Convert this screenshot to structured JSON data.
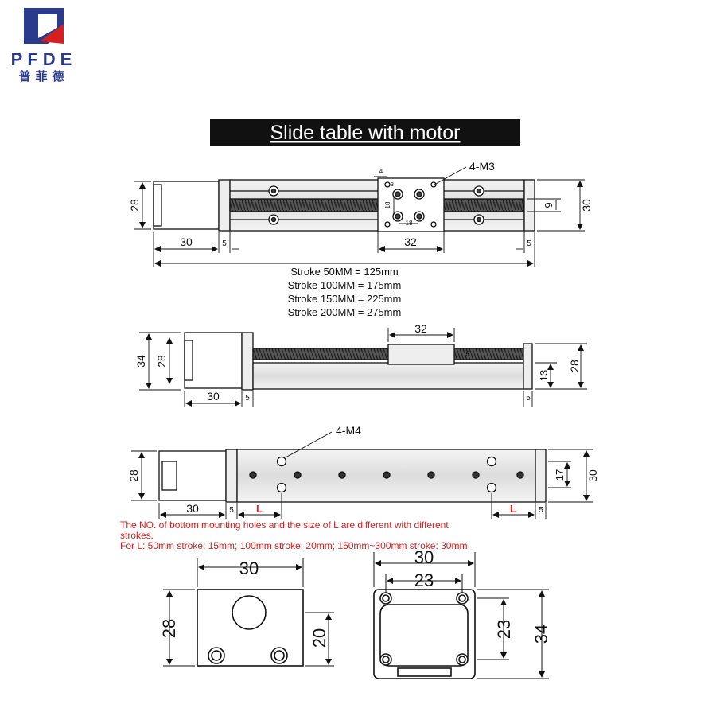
{
  "logo": {
    "letters": "PFDE",
    "chinese": "普菲德",
    "color_primary": "#2a3a8c",
    "color_accent": "#d42020"
  },
  "title": "Slide table with motor",
  "view1": {
    "dims": {
      "motor_length": "30",
      "gap": "5",
      "height": "28",
      "carriage_width": "32",
      "rail_height": "30",
      "screw_offset": "9",
      "hole_spacing_x": "4",
      "hole_spacing_y": "18",
      "hole_spacing_x2": "18",
      "hole_small": "3",
      "end_gap": "5"
    },
    "callout": "4-M3"
  },
  "strokes": [
    "Stroke 50MM = 125mm",
    "Stroke 100MM = 175mm",
    "Stroke 150MM = 225mm",
    "Stroke 200MM = 275mm"
  ],
  "view2": {
    "dims": {
      "outer_height": "34",
      "motor_height": "28",
      "carriage_width": "32",
      "carriage_height": "5",
      "right_height": "28",
      "base_height": "13",
      "motor_length": "30",
      "gap": "5",
      "end_gap": "5"
    }
  },
  "view3": {
    "dims": {
      "height": "28",
      "base_width": "30",
      "hole_offset": "17",
      "motor_length": "30",
      "gap": "5",
      "L_left": "L",
      "L_right": "L",
      "end_gap": "5"
    },
    "callout": "4-M4"
  },
  "notes": {
    "line1": "The NO. of bottom mounting holes and the size of L are different with different",
    "line2": "strokes.",
    "line3": "For L: 50mm stroke: 15mm; 100mm stroke: 20mm; 150mm~300mm stroke: 30mm"
  },
  "end_view_left": {
    "width": "30",
    "height": "28",
    "hole_height": "20"
  },
  "end_view_right": {
    "width": "30",
    "hole_spacing": "23",
    "hole_spacing_v": "23",
    "height": "34"
  }
}
